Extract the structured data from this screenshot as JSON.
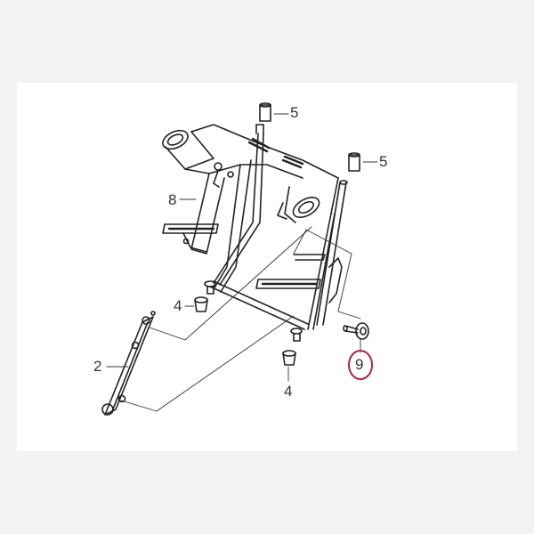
{
  "diagram": {
    "type": "exploded parts diagram",
    "highlight_color": "#b0243a",
    "line_color": "#222222",
    "callouts": [
      {
        "id": "c5a",
        "label": "5",
        "part": "collar"
      },
      {
        "id": "c5b",
        "label": "5",
        "part": "collar"
      },
      {
        "id": "c8",
        "label": "8",
        "part": "frame bracket"
      },
      {
        "id": "c4a",
        "label": "4",
        "part": "grommet"
      },
      {
        "id": "c4b",
        "label": "4",
        "part": "grommet"
      },
      {
        "id": "c2",
        "label": "2",
        "part": "stay"
      },
      {
        "id": "c9",
        "label": "9",
        "part": "bolt",
        "highlighted": true
      }
    ]
  }
}
